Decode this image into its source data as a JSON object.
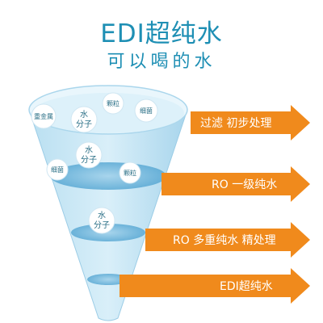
{
  "title": "EDI超纯水",
  "subtitle": "可以喝的水",
  "colors": {
    "title": "#1e8fb4",
    "arrow": "#f08a1c",
    "funnel_light": "#cfe8f5",
    "funnel_mid": "#9dcde6",
    "funnel_dark": "#5faed6"
  },
  "stages": [
    {
      "label": "过滤 初步处理"
    },
    {
      "label": "RO 一级纯水"
    },
    {
      "label": "RO 多重纯水 精处理"
    },
    {
      "label": "EDI超纯水"
    }
  ],
  "particles": {
    "heavy_metal": "重金属",
    "water_molecule_line1": "水",
    "water_molecule_line2": "分子",
    "grain": "颗粒",
    "bacteria": "细菌"
  }
}
